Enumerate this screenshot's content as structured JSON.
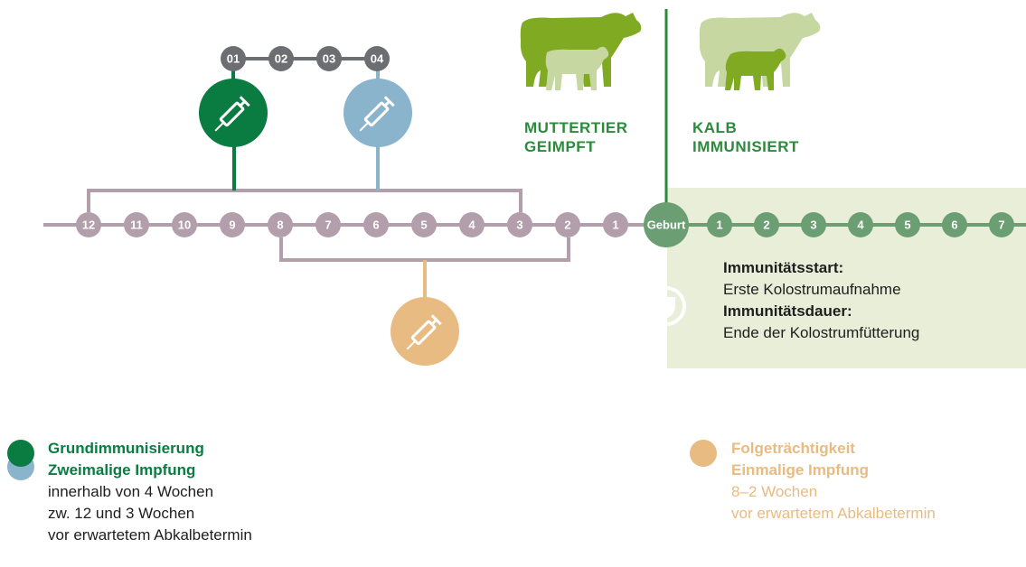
{
  "colors": {
    "timeline_purple": "#b39eab",
    "calf_green": "#6c9e73",
    "dark_green": "#0a7c42",
    "light_blue": "#8ab3cc",
    "sand": "#e8bb82",
    "gray": "#6d6e71",
    "panel_green": "#e9eed9",
    "cow_green": "#80aa22",
    "cow_light": "#c7d7a1",
    "header_green": "#2c8a3c"
  },
  "weeks_before": [
    "12",
    "11",
    "10",
    "9",
    "8",
    "7",
    "6",
    "5",
    "4",
    "3",
    "2",
    "1"
  ],
  "birth_label": "Geburt",
  "weeks_after": [
    "1",
    "2",
    "3",
    "4",
    "5",
    "6",
    "7"
  ],
  "interval_steps": [
    "01",
    "02",
    "03",
    "04"
  ],
  "headers": {
    "mother": [
      "MUTTERTIER",
      "GEIMPFT"
    ],
    "calf": [
      "KALB",
      "IMMUNISIERT"
    ]
  },
  "immunity": {
    "start_title": "Immunitätsstart:",
    "start_text": "Erste Kolostrumaufnahme",
    "duration_title": "Immunitätsdauer:",
    "duration_text": "Ende der Kolostrumfütterung"
  },
  "icons": [
    "syringe-icon",
    "shield-icon",
    "cow-icon",
    "calf-icon"
  ],
  "legend_basic": {
    "title": "Grundimmunisierung",
    "subtitle": "Zweimalige Impfung",
    "line1": "innerhalb von 4 Wochen",
    "line2": "zw. 12 und 3 Wochen",
    "line3": "vor erwartetem Abkalbetermin"
  },
  "legend_follow": {
    "title": "Folgeträchtigkeit",
    "subtitle": "Einmalige Impfung",
    "line1": "8–2 Wochen",
    "line2": "vor erwartetem Abkalbetermin"
  }
}
